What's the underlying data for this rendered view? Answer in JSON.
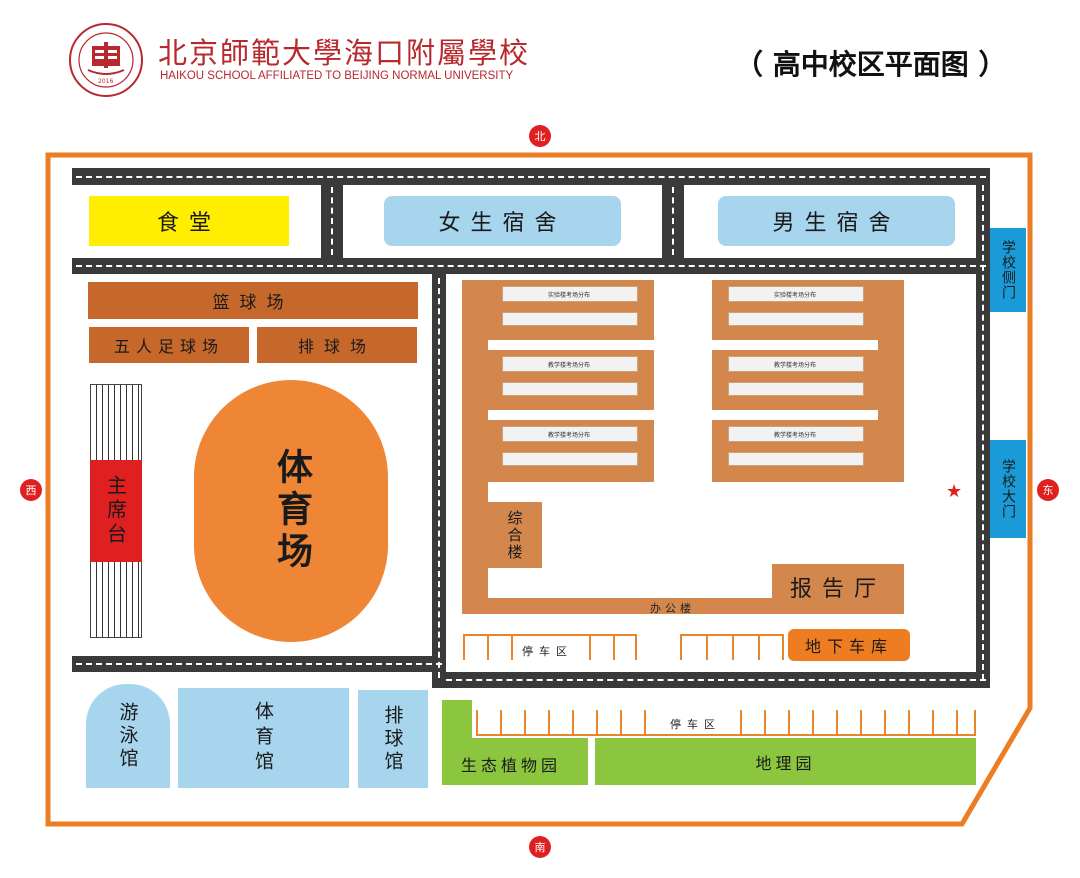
{
  "header": {
    "school_cn": "北京師範大學海口附屬學校",
    "school_en": "HAIKOU SCHOOL AFFILIATED TO BEIJING NORMAL UNIVERSITY",
    "map_title": "（ 高中校区平面图 ）",
    "logo_year": "2016"
  },
  "compass": {
    "north": "北",
    "south": "南",
    "east": "东",
    "west": "西"
  },
  "buildings": {
    "canteen": "食堂",
    "girls_dorm": "女生宿舍",
    "boys_dorm": "男生宿舍",
    "basketball": "篮球场",
    "football5": "五人足球场",
    "volleyball": "排球场",
    "podium": "主席台",
    "stadium": "体育场",
    "complex": "综合楼",
    "hall": "报告厅",
    "office": "办公楼",
    "parking1": "停车区",
    "parking2": "停车区",
    "underground_garage": "地下车库",
    "side_gate": "学校侧门",
    "main_gate": "学校大门",
    "pool": "游泳馆",
    "gym": "体育馆",
    "volley_hall": "排球馆",
    "eco_garden": "生态植物园",
    "geo_garden": "地理园"
  },
  "teaching_wings": {
    "left_top": "实验楼考场分布",
    "left_mid": "教学楼考场分布",
    "left_bot": "教学楼考场分布",
    "right_top": "实验楼考场分布",
    "right_mid": "教学楼考场分布",
    "right_bot": "教学楼考场分布"
  },
  "colors": {
    "boundary": "#ed7d22",
    "road": "#3a3a3a",
    "canteen": "#ffee00",
    "dorm": "#a8d5ee",
    "court": "#c6682c",
    "stadium": "#ee8636",
    "podium": "#e02020",
    "teaching": "#d4874d",
    "gate": "#1a9bd7",
    "garage": "#ee7d22",
    "garden": "#8cc63f",
    "compass": "#e02020"
  }
}
